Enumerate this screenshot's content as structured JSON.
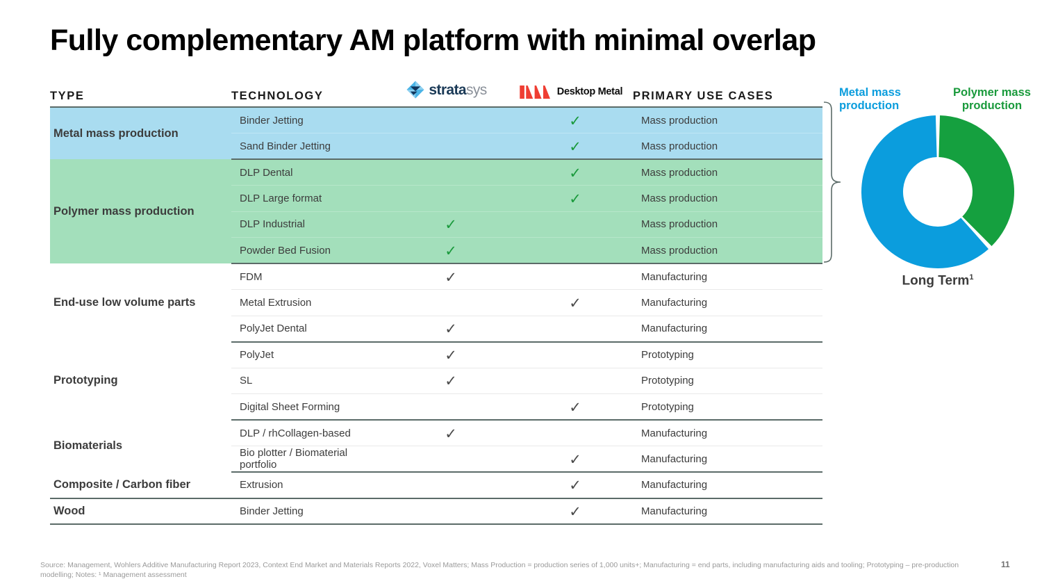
{
  "title": "Fully complementary AM platform with minimal overlap",
  "table": {
    "headers": {
      "type": "TYPE",
      "technology": "TECHNOLOGY",
      "stratasys_logo": "stratasys-logo",
      "stratasys_text_a": "strata",
      "stratasys_text_b": "sys",
      "desktop_metal_logo": "desktop-metal-logo",
      "desktop_metal_text": "Desktop Metal",
      "use_cases": "PRIMARY USE CASES"
    },
    "groups": [
      {
        "type": "Metal mass production",
        "band": "blue",
        "rows": [
          {
            "technology": "Binder Jetting",
            "stratasys": "",
            "desktop_metal": "✓",
            "use_case": "Mass production"
          },
          {
            "technology": "Sand Binder Jetting",
            "stratasys": "",
            "desktop_metal": "✓",
            "use_case": "Mass production"
          }
        ]
      },
      {
        "type": "Polymer mass production",
        "band": "green",
        "rows": [
          {
            "technology": "DLP Dental",
            "stratasys": "",
            "desktop_metal": "✓",
            "use_case": "Mass production"
          },
          {
            "technology": "DLP Large format",
            "stratasys": "",
            "desktop_metal": "✓",
            "use_case": "Mass production"
          },
          {
            "technology": "DLP Industrial",
            "stratasys": "✓",
            "desktop_metal": "",
            "use_case": "Mass production"
          },
          {
            "technology": "Powder Bed Fusion",
            "stratasys": "✓",
            "desktop_metal": "",
            "use_case": "Mass production"
          }
        ]
      },
      {
        "type": "End-use low volume parts",
        "band": "plain",
        "rows": [
          {
            "technology": "FDM",
            "stratasys": "✓",
            "desktop_metal": "",
            "use_case": "Manufacturing"
          },
          {
            "technology": "Metal Extrusion",
            "stratasys": "",
            "desktop_metal": "✓",
            "use_case": "Manufacturing"
          },
          {
            "technology": "PolyJet Dental",
            "stratasys": "✓",
            "desktop_metal": "",
            "use_case": "Manufacturing"
          }
        ]
      },
      {
        "type": "Prototyping",
        "band": "plain",
        "rows": [
          {
            "technology": "PolyJet",
            "stratasys": "✓",
            "desktop_metal": "",
            "use_case": "Prototyping"
          },
          {
            "technology": "SL",
            "stratasys": "✓",
            "desktop_metal": "",
            "use_case": "Prototyping"
          },
          {
            "technology": "Digital Sheet Forming",
            "stratasys": "",
            "desktop_metal": "✓",
            "use_case": "Prototyping"
          }
        ]
      },
      {
        "type": "Biomaterials",
        "band": "plain",
        "rows": [
          {
            "technology": "DLP / rhCollagen-based",
            "stratasys": "✓",
            "desktop_metal": "",
            "use_case": "Manufacturing"
          },
          {
            "technology": "Bio plotter / Biomaterial portfolio",
            "stratasys": "",
            "desktop_metal": "✓",
            "use_case": "Manufacturing"
          }
        ]
      },
      {
        "type": "Composite / Carbon fiber",
        "band": "plain",
        "rows": [
          {
            "technology": "Extrusion",
            "stratasys": "",
            "desktop_metal": "✓",
            "use_case": "Manufacturing"
          }
        ]
      },
      {
        "type": "Wood",
        "band": "plain",
        "rows": [
          {
            "technology": "Binder Jetting",
            "stratasys": "",
            "desktop_metal": "✓",
            "use_case": "Manufacturing"
          }
        ]
      }
    ]
  },
  "chart_data": {
    "type": "pie",
    "variant": "donut",
    "title": "Long Term",
    "title_superscript": "1",
    "categories": [
      "Metal mass production",
      "Polymer mass production"
    ],
    "values": [
      62,
      38
    ],
    "colors": [
      "#0b9ddd",
      "#15a03f"
    ],
    "legend_position": "top",
    "labels": {
      "metal": "Metal mass\nproduction",
      "polymer": "Polymer mass\nproduction"
    },
    "legend_metal": "Metal mass production",
    "legend_polymer": "Polymer mass production",
    "caption": "Long Term"
  },
  "footnote": "Source: Management, Wohlers Additive Manufacturing Report 2023, Context End Market and Materials Reports 2022, Voxel Matters; Mass Production = production series of 1,000 units+; Manufacturing = end parts, including manufacturing aids and tooling; Prototyping – pre-production modelling; Notes: ¹ Management assessment",
  "page_number": "11",
  "colors": {
    "band_blue": "#a9dcf0",
    "band_green": "#a3dfbb",
    "accent_blue": "#0b9ddd",
    "accent_green": "#15a03f",
    "check_green": "#1a9a3c",
    "check_gray": "#4a4a4a",
    "shade": "#efefef",
    "rule": "#5b6b68"
  }
}
